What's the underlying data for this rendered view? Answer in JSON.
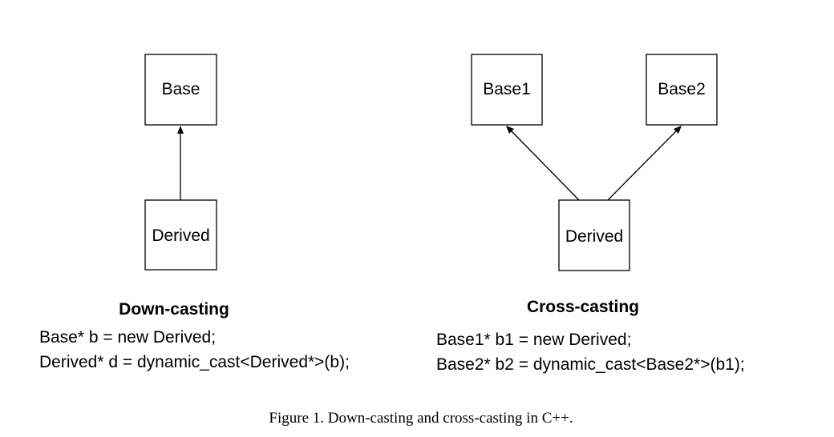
{
  "down_casting": {
    "heading": "Down-casting",
    "nodes": {
      "base": "Base",
      "derived": "Derived"
    },
    "code": [
      "Base* b = new Derived;",
      "Derived* d = dynamic_cast<Derived*>(b);"
    ]
  },
  "cross_casting": {
    "heading": "Cross-casting",
    "nodes": {
      "base1": "Base1",
      "base2": "Base2",
      "derived": "Derived"
    },
    "code": [
      "Base1* b1 = new Derived;",
      "Base2* b2 = dynamic_cast<Base2*>(b1);"
    ]
  },
  "caption": "Figure 1. Down-casting and cross-casting in C++."
}
